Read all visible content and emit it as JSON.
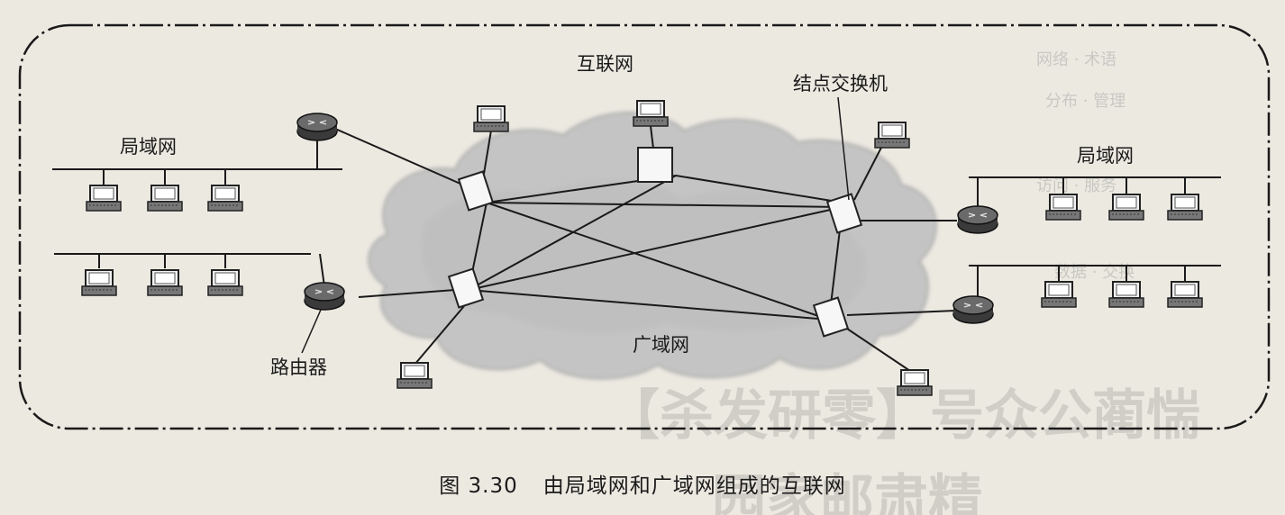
{
  "labels": {
    "internet": "互联网",
    "node_switch": "结点交换机",
    "lan_left": "局域网",
    "lan_right": "局域网",
    "wan": "广域网",
    "router": "路由器"
  },
  "caption": {
    "number": "图 3.30",
    "text": "由局域网和广域网组成的互联网"
  },
  "watermark": {
    "line1": "【杀发研零】号众公蔺惴",
    "line2": "园家邮肃精"
  },
  "icons": {
    "router": "router-icon",
    "switch": "node-switch-icon",
    "host": "host-computer-icon"
  }
}
